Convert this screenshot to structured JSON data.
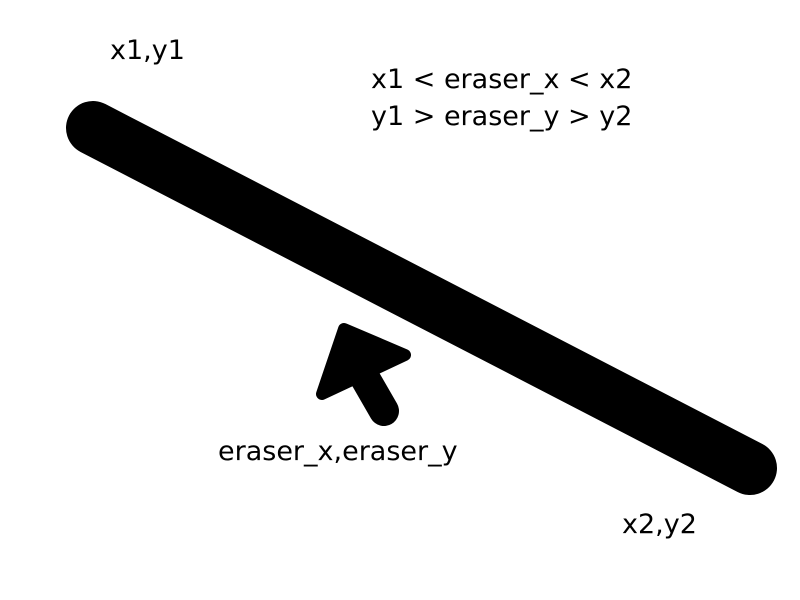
{
  "labels": {
    "start_point": "x1,y1",
    "end_point": "x2,y2",
    "eraser_point": "eraser_x,eraser_y",
    "condition_x": "x1 < eraser_x < x2",
    "condition_y": "y1 > eraser_y > y2"
  },
  "colors": {
    "background": "#ffffff",
    "stroke": "#000000",
    "text": "#000000"
  },
  "icons": {
    "pointer": "arrow-pointer-icon"
  }
}
